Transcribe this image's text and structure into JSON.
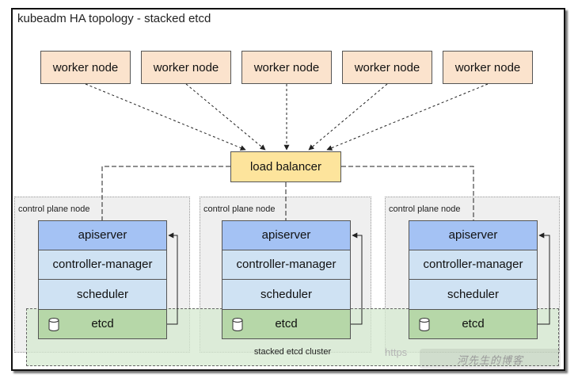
{
  "title": "kubeadm HA topology - stacked etcd",
  "workers": [
    "worker node",
    "worker node",
    "worker node",
    "worker node",
    "worker node"
  ],
  "load_balancer": "load balancer",
  "control_plane_nodes": [
    {
      "label": "control plane node",
      "components": [
        "apiserver",
        "controller-manager",
        "scheduler",
        "etcd"
      ]
    },
    {
      "label": "control plane node",
      "components": [
        "apiserver",
        "controller-manager",
        "scheduler",
        "etcd"
      ]
    },
    {
      "label": "control plane node",
      "components": [
        "apiserver",
        "controller-manager",
        "scheduler",
        "etcd"
      ]
    }
  ],
  "etcd_cluster_label": "stacked etcd cluster",
  "watermark": {
    "left": "https",
    "stamp": "河先生的博客"
  },
  "icons": {
    "database": "database-icon"
  },
  "colors": {
    "worker": "#fbe3cd",
    "load_balancer": "#fde49c",
    "apiserver": "#a4c2f4",
    "controller": "#cfe2f3",
    "etcd": "#b6d7a8",
    "etcd_cluster": "#d5ead0",
    "control_plane": "#efefef"
  }
}
